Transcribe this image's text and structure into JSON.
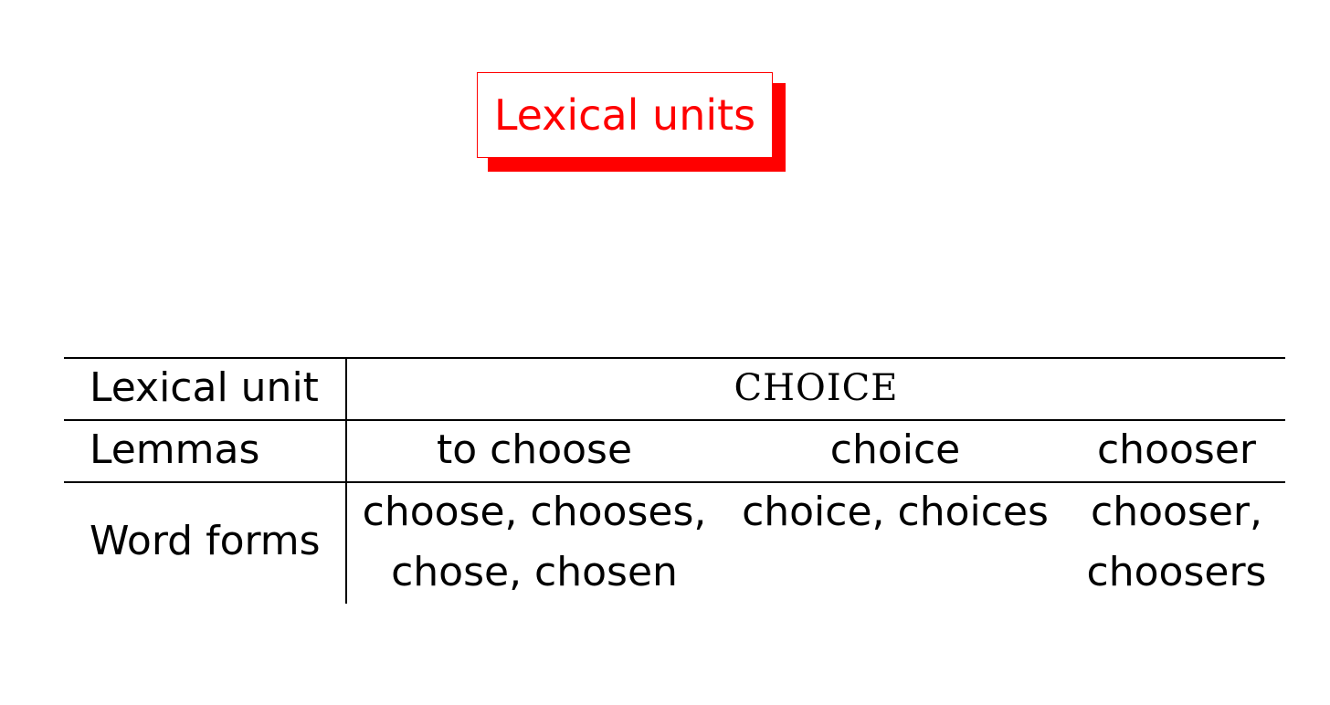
{
  "title": "Lexical units",
  "table": {
    "rows": [
      {
        "label": "Lexical unit",
        "cells": [
          "CHOICE"
        ]
      },
      {
        "label": "Lemmas",
        "cells": [
          "to choose",
          "choice",
          "chooser"
        ]
      },
      {
        "label": "Word forms",
        "cells": [
          [
            "choose, chooses,",
            "chose, chosen"
          ],
          [
            "choice, choices"
          ],
          [
            "chooser,",
            "choosers"
          ]
        ]
      }
    ]
  },
  "colors": {
    "title": "#ff0000",
    "rule": "#000000"
  }
}
